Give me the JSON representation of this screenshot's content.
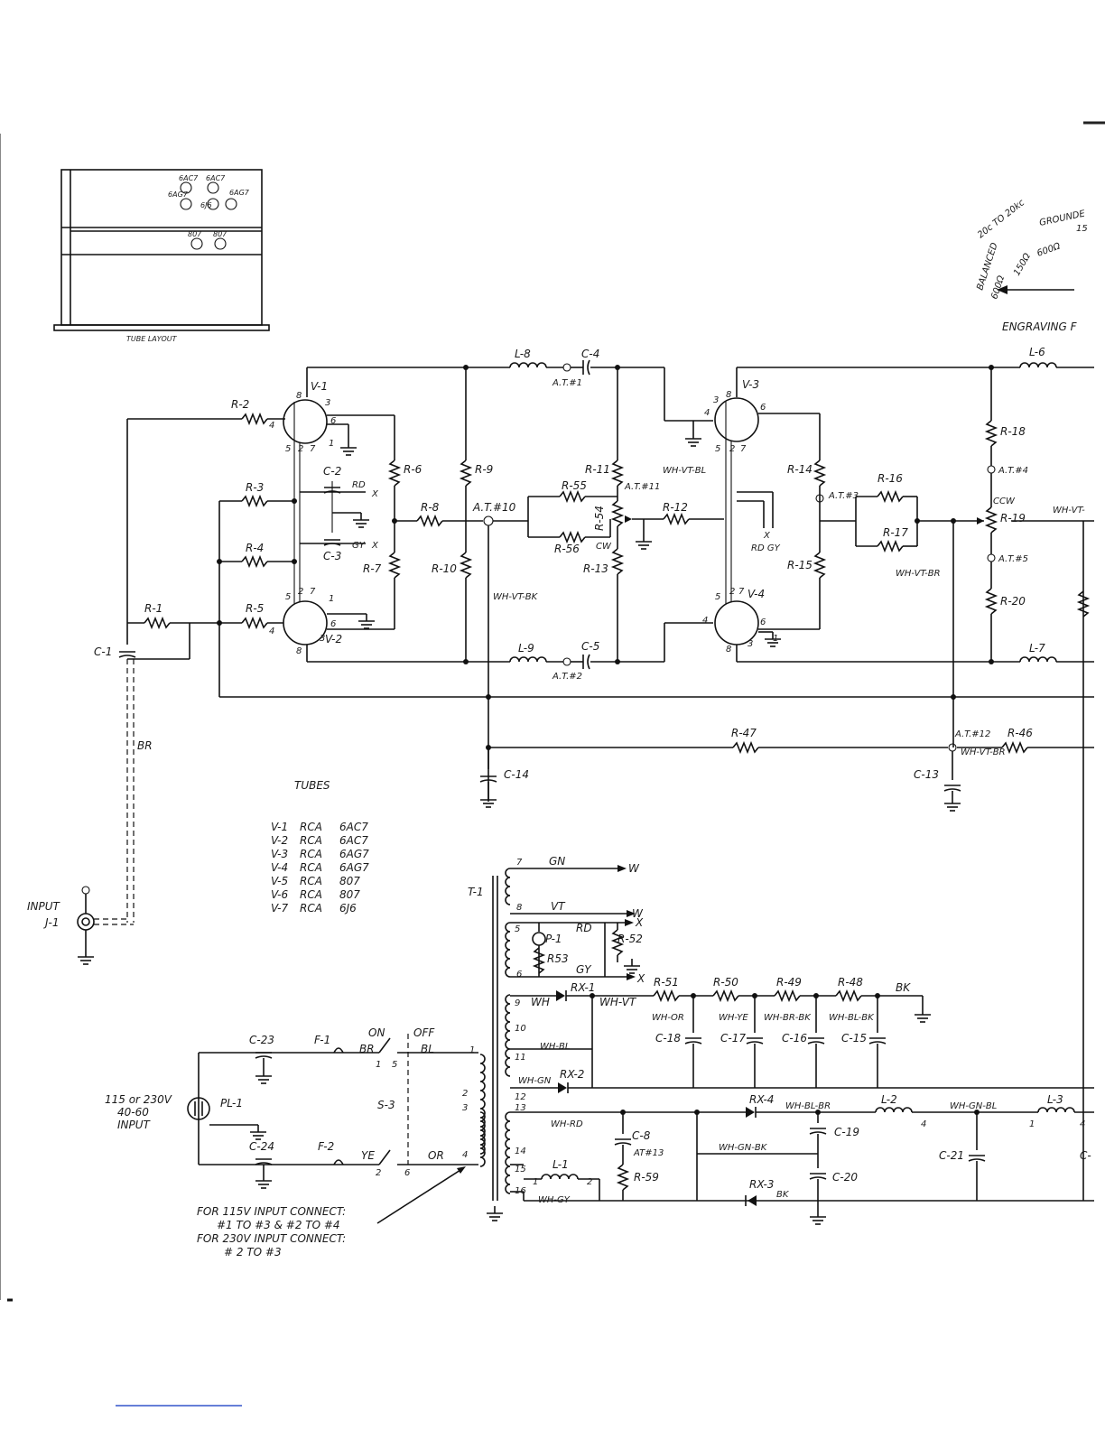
{
  "tube_layout": {
    "title": "TUBE LAYOUT",
    "sockets_top": [
      "6AC7",
      "6AC7",
      "6AG7",
      "6J6",
      "6AG7"
    ],
    "sockets_bottom": [
      "807",
      "807"
    ]
  },
  "tubes_table": {
    "title": "TUBES",
    "rows": [
      {
        "ref": "V-1",
        "maker": "RCA",
        "type": "6AC7"
      },
      {
        "ref": "V-2",
        "maker": "RCA",
        "type": "6AC7"
      },
      {
        "ref": "V-3",
        "maker": "RCA",
        "type": "6AG7"
      },
      {
        "ref": "V-4",
        "maker": "RCA",
        "type": "6AG7"
      },
      {
        "ref": "V-5",
        "maker": "RCA",
        "type": "807"
      },
      {
        "ref": "V-6",
        "maker": "RCA",
        "type": "807"
      },
      {
        "ref": "V-7",
        "maker": "RCA",
        "type": "6J6"
      }
    ]
  },
  "dial": {
    "range": "20c TO 20kc",
    "balanced": "BALANCED",
    "grounded": "GROUNDE",
    "ohms_left": [
      "600Ω",
      "150Ω"
    ],
    "ohms_right": [
      "600Ω",
      "15"
    ],
    "engraving": "ENGRAVING F"
  },
  "input": {
    "label": "INPUT",
    "jack": "J-1",
    "cable": "BR"
  },
  "power_input": {
    "voltage": "115 or 230V",
    "freq": "40-60",
    "label": "INPUT",
    "plug": "PL-1"
  },
  "notes": {
    "n1": "FOR 115V INPUT CONNECT:",
    "n2": "#1 TO #3 & #2 TO #4",
    "n3": "FOR 230V INPUT CONNECT:",
    "n4": "# 2 TO #3"
  },
  "switch": {
    "ref": "S-3",
    "on": "ON",
    "off": "OFF"
  },
  "tubes": {
    "v1": "V-1",
    "v2": "V-2",
    "v3": "V-3",
    "v4": "V-4"
  },
  "resistors": {
    "r1": "R-1",
    "r2": "R-2",
    "r3": "R-3",
    "r4": "R-4",
    "r5": "R-5",
    "r6": "R-6",
    "r7": "R-7",
    "r8": "R-8",
    "r9": "R-9",
    "r10": "R-10",
    "r11": "R-11",
    "r12": "R-12",
    "r13": "R-13",
    "r14": "R-14",
    "r15": "R-15",
    "r16": "R-16",
    "r17": "R-17",
    "r18": "R-18",
    "r19": "R-19",
    "r20": "R-20",
    "r46": "R-46",
    "r47": "R-47",
    "r48": "R-48",
    "r49": "R-49",
    "r50": "R-50",
    "r51": "R-51",
    "r52": "R-52",
    "r53": "R53",
    "r54": "R-54",
    "r55": "R-55",
    "r56": "R-56",
    "r59": "R-59"
  },
  "capacitors": {
    "c1": "C-1",
    "c2": "C-2",
    "c3": "C-3",
    "c4": "C-4",
    "c5": "C-5",
    "c8": "C-8",
    "c13": "C-13",
    "c14": "C-14",
    "c15": "C-15",
    "c16": "C-16",
    "c17": "C-17",
    "c18": "C-18",
    "c19": "C-19",
    "c20": "C-20",
    "c21": "C-21",
    "c22": "C-",
    "c23": "C-23",
    "c24": "C-24"
  },
  "inductors": {
    "l1": "L-1",
    "l2": "L-2",
    "l3": "L-3",
    "l6": "L-6",
    "l7": "L-7",
    "l8": "L-8",
    "l9": "L-9"
  },
  "transformer": {
    "ref": "T-1"
  },
  "fuses": {
    "f1": "F-1",
    "f2": "F-2"
  },
  "lamp": {
    "ref": "P-1"
  },
  "rectifiers": {
    "rx1": "RX-1",
    "rx2": "RX-2",
    "rx3": "RX-3",
    "rx4": "RX-4"
  },
  "test_points": {
    "at1": "A.T.#1",
    "at2": "A.T.#2",
    "at3": "A.T.#3",
    "at4": "A.T.#4",
    "at5": "A.T.#5",
    "at10": "A.T.#10",
    "at11": "A.T.#11",
    "at12": "A.T.#12",
    "at13": "AT#13"
  },
  "wire_colors": {
    "rd": "RD",
    "gy": "GY",
    "x": "X",
    "w": "W",
    "gn": "GN",
    "vt": "VT",
    "bk": "BK",
    "wh": "WH",
    "bl": "BL",
    "ye": "YE",
    "or": "OR",
    "rd_gy": "RD GY",
    "wh_vt_bl": "WH-VT-BL",
    "wh_vt_bk": "WH-VT-BK",
    "wh_vt_br": "WH-VT-BR",
    "wh_vt": "WH-VT",
    "wh_vt_cut": "WH-VT-",
    "wh_or": "WH-OR",
    "wh_ye": "WH-YE",
    "wh_br_bk": "WH-BR-BK",
    "wh_bl_bk": "WH-BL-BK",
    "wh_bl": "WH-BL",
    "wh_gn": "WH-GN",
    "wh_rd": "WH-RD",
    "wh_bl_br": "WH-BL-BR",
    "wh_gn_bl": "WH-GN-BL",
    "wh_gn_bk": "WH-GN-BK",
    "wh_gy": "WH-GY"
  },
  "pot_marks": {
    "ccw": "CCW",
    "cw": "CW"
  },
  "pins": {
    "p1": "1",
    "p2": "2",
    "p3": "3",
    "p4": "4",
    "p5": "5",
    "p6": "6",
    "p7": "7",
    "p8": "8",
    "p9": "9",
    "p10": "10",
    "p11": "11",
    "p12": "12",
    "p13": "13",
    "p14": "14",
    "p15": "15",
    "p16": "16"
  }
}
